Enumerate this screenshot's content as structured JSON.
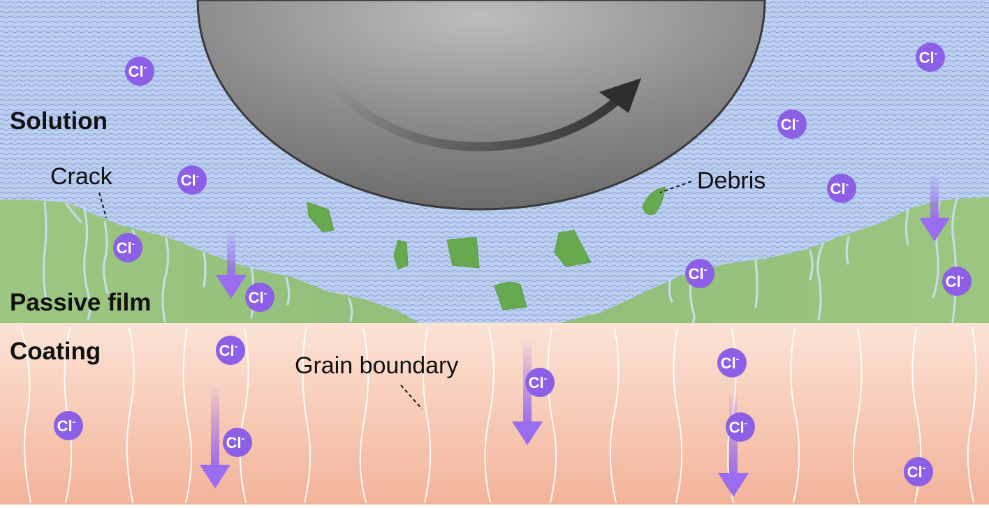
{
  "labels": {
    "solution": "Solution",
    "passive_film": "Passive film",
    "coating": "Coating",
    "crack": "Crack",
    "debris": "Debris",
    "grain_boundary": "Grain boundary"
  },
  "ion": {
    "base": "Cl",
    "charge": "-"
  },
  "colors": {
    "solution": "#b9cff0",
    "passive_film": "#97c27f",
    "coating_top": "#fbe2d4",
    "coating_bottom": "#f3b59b",
    "ion": "#8d5fe6",
    "arrow": "#9a6cf0",
    "ball": "#8c8c8c",
    "debris": "#67a94f"
  },
  "icons": {
    "ion": "chloride-ion-icon",
    "arrow": "diffusion-arrow-icon",
    "ball": "ball-icon",
    "rotation": "rotation-arrow-icon"
  }
}
